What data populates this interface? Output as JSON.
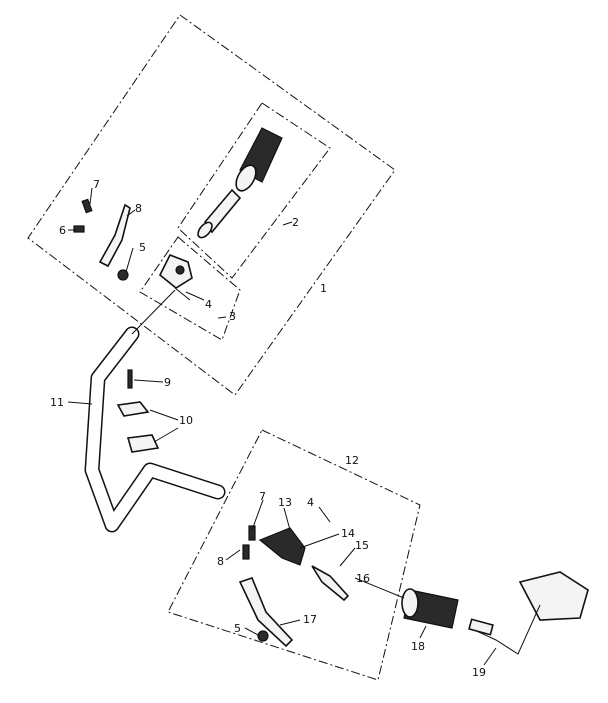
{
  "callouts": {
    "c1": "1",
    "c2": "2",
    "c3": "3",
    "c4a": "4",
    "c5a": "5",
    "c6a": "6",
    "c7a": "7",
    "c8a": "8",
    "c9": "9",
    "c10": "10",
    "c11": "11",
    "c12": "12",
    "c13": "13",
    "c4b": "4",
    "c7b": "7",
    "c14": "14",
    "c15": "15",
    "c8b": "8",
    "c16": "16",
    "c5b": "5",
    "c17": "17",
    "c18": "18",
    "c19": "19"
  }
}
